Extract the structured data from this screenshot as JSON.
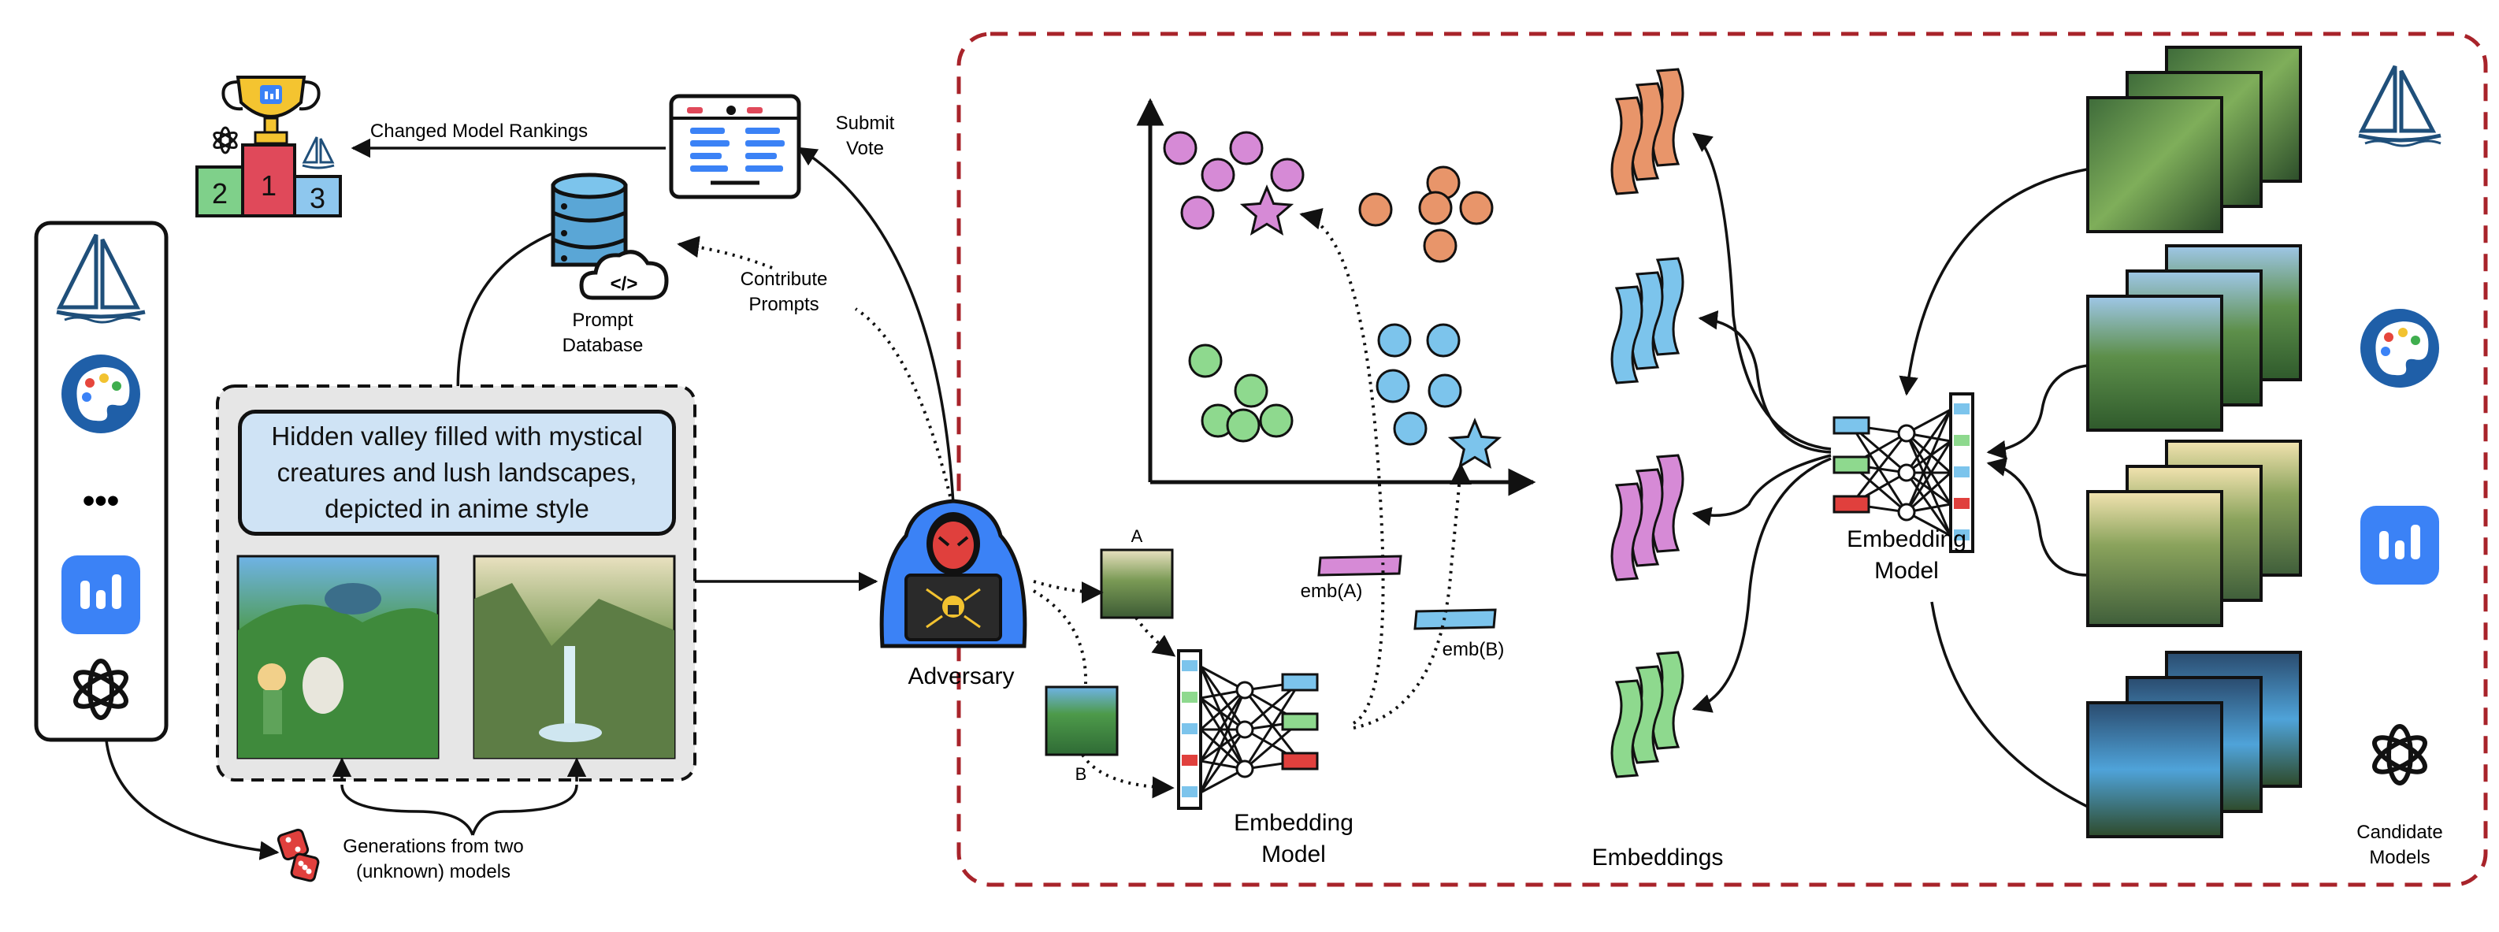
{
  "prompt_text": "Hidden valley filled with mystical creatures and lush landscapes, depicted in anime style",
  "labels": {
    "changed_rankings": "Changed Model Rankings",
    "submit_vote_line1": "Submit",
    "submit_vote_line2": "Vote",
    "contribute_line1": "Contribute",
    "contribute_line2": "Prompts",
    "prompt_db_line1": "Prompt",
    "prompt_db_line2": "Database",
    "adversary": "Adversary",
    "gen_line1": "Generations from two",
    "gen_line2": "(unknown) models",
    "img_a": "A",
    "img_b": "B",
    "emb_a": "emb(A)",
    "emb_b": "emb(B)",
    "embedding_model_left_line1": "Embedding",
    "embedding_model_left_line2": "Model",
    "embeddings": "Embeddings",
    "embedding_model_right_line1": "Embedding",
    "embedding_model_right_line2": "Model",
    "candidate_line1": "Candidate",
    "candidate_line2": "Models",
    "podium_1": "1",
    "podium_2": "2",
    "podium_3": "3",
    "code_glyph": "</>",
    "ellipsis": "•••"
  },
  "colors": {
    "dashed_region": "#a8232a",
    "purple": "#d68ad6",
    "orange": "#e8956a",
    "green": "#8ed98e",
    "blue": "#7cc4ec",
    "podium_red": "#e0495a",
    "podium_green": "#7fd08a",
    "podium_blue": "#8ec7ee",
    "brand_blue": "#3b82f6",
    "prompt_bg": "#cfe3f5",
    "panel_bg": "#e6e6e6"
  },
  "icons": [
    "trophy-icon",
    "chatgpt-logo-icon",
    "midjourney-boat-icon",
    "voting-screen-icon",
    "database-icon",
    "cloud-code-icon",
    "hooded-hacker-icon",
    "neural-network-icon",
    "palette-logo-icon",
    "bar-logo-icon",
    "dice-icon"
  ]
}
